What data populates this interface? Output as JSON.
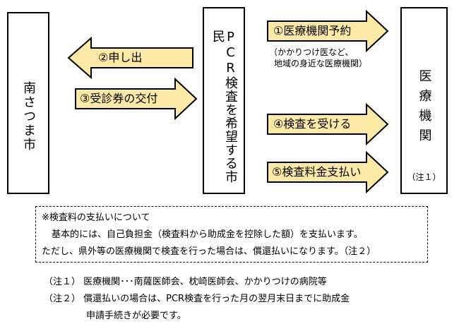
{
  "boxes": {
    "city": "南さつま市",
    "citizen": "PCR検査を希望する市民",
    "medical": "医療機関",
    "medical_note": "（注１）"
  },
  "arrows": {
    "reserve": "①医療機関予約",
    "reserve_sub1": "（かかりつけ医など、",
    "reserve_sub2": "地域の身近な医療機関）",
    "apply": "②申し出",
    "ticket": "③受診券の交付",
    "exam": "④検査を受ける",
    "pay": "⑤検査料金支払い"
  },
  "notice": {
    "title": "※検査料の支払いについて",
    "line1": "基本的には、自己負担金（検査料から助成金を控除した額）を支払います。",
    "line2": "ただし、県外等の医療機関で検査を行った場合は、償還払いになります。（注２）"
  },
  "footnotes": {
    "note1": "（注１） 医療機関･･･南薩医師会、枕崎医師会、かかりつけの病院等",
    "note2a": "（注２） 償還払いの場合は、PCR検査を行った月の翌月末日までに助成金",
    "note2b": "申請手続きが必要です。"
  },
  "colors": {
    "arrow_fill": "#fde9a6",
    "border": "#000000"
  }
}
